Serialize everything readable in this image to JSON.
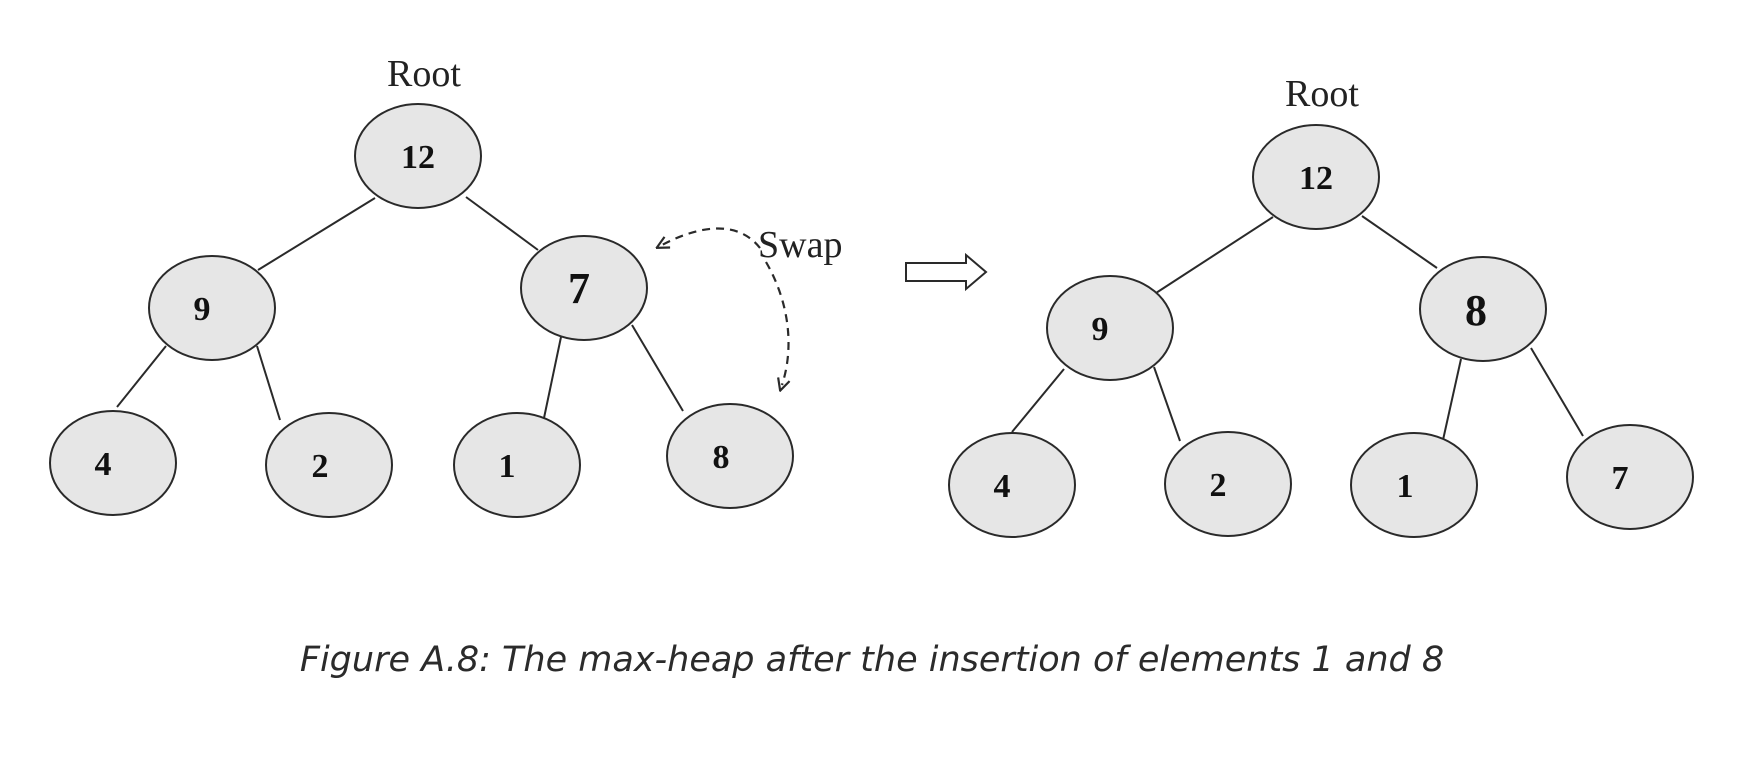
{
  "left_tree": {
    "root_label": "Root",
    "swap_label": "Swap",
    "nodes": [
      {
        "id": "n12",
        "value": "12"
      },
      {
        "id": "n9",
        "value": "9"
      },
      {
        "id": "n7",
        "value": "7"
      },
      {
        "id": "n4",
        "value": "4"
      },
      {
        "id": "n2",
        "value": "2"
      },
      {
        "id": "n1",
        "value": "1"
      },
      {
        "id": "n8",
        "value": "8"
      }
    ],
    "edges": [
      [
        "n12",
        "n9"
      ],
      [
        "n12",
        "n7"
      ],
      [
        "n9",
        "n4"
      ],
      [
        "n9",
        "n2"
      ],
      [
        "n7",
        "n1"
      ],
      [
        "n7",
        "n8"
      ]
    ]
  },
  "right_tree": {
    "root_label": "Root",
    "nodes": [
      {
        "id": "m12",
        "value": "12"
      },
      {
        "id": "m9",
        "value": "9"
      },
      {
        "id": "m8",
        "value": "8"
      },
      {
        "id": "m4",
        "value": "4"
      },
      {
        "id": "m2",
        "value": "2"
      },
      {
        "id": "m1",
        "value": "1"
      },
      {
        "id": "m7",
        "value": "7"
      }
    ],
    "edges": [
      [
        "m12",
        "m9"
      ],
      [
        "m12",
        "m8"
      ],
      [
        "m9",
        "m4"
      ],
      [
        "m9",
        "m2"
      ],
      [
        "m8",
        "m1"
      ],
      [
        "m8",
        "m7"
      ]
    ]
  },
  "caption": "Figure A.8: The max-heap after the insertion of elements 1 and 8"
}
